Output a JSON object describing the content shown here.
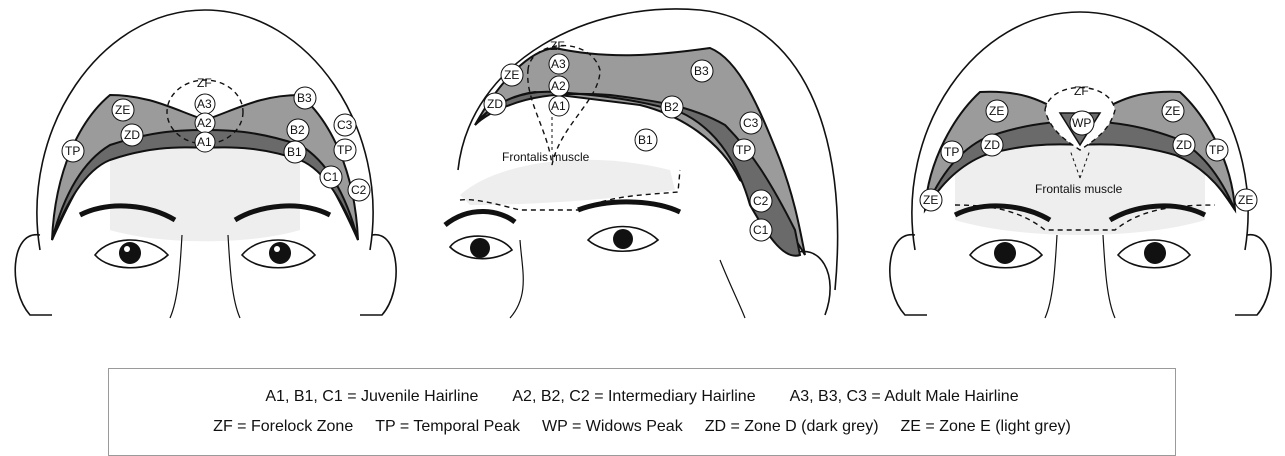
{
  "panels": [
    {
      "id": "frontal",
      "zone_labels": [
        "ZF",
        "A3",
        "A2",
        "A1",
        "ZE",
        "ZD",
        "TP",
        "B3",
        "B2",
        "B1",
        "C3",
        "TP",
        "C1",
        "C2"
      ],
      "text_labels": []
    },
    {
      "id": "oblique",
      "zone_labels": [
        "ZF",
        "A3",
        "A2",
        "A1",
        "ZE",
        "ZD",
        "B3",
        "B2",
        "B1",
        "C3",
        "TP",
        "C2",
        "C1"
      ],
      "text_labels": [
        "Frontalis muscle"
      ]
    },
    {
      "id": "frontal-widows-peak",
      "zone_labels": [
        "ZF",
        "WP",
        "ZE",
        "ZE",
        "ZD",
        "ZD",
        "TP",
        "TP",
        "ZE",
        "ZE"
      ],
      "text_labels": [
        "Frontalis muscle"
      ]
    }
  ],
  "legend": {
    "row1": [
      "A1, B1, C1 = Juvenile Hairline",
      "A2, B2, C2 = Intermediary Hairline",
      "A3, B3, C3 = Adult Male Hairline"
    ],
    "row2": [
      "ZF = Forelock Zone",
      "TP = Temporal Peak",
      "WP = Widows Peak",
      "ZD = Zone D (dark grey)",
      "ZE = Zone E (light grey)"
    ]
  },
  "colors": {
    "zone_light": "#9b9b9b",
    "zone_dark": "#6a6a6a",
    "outline": "#111111",
    "hair": "#e6e6e6"
  }
}
